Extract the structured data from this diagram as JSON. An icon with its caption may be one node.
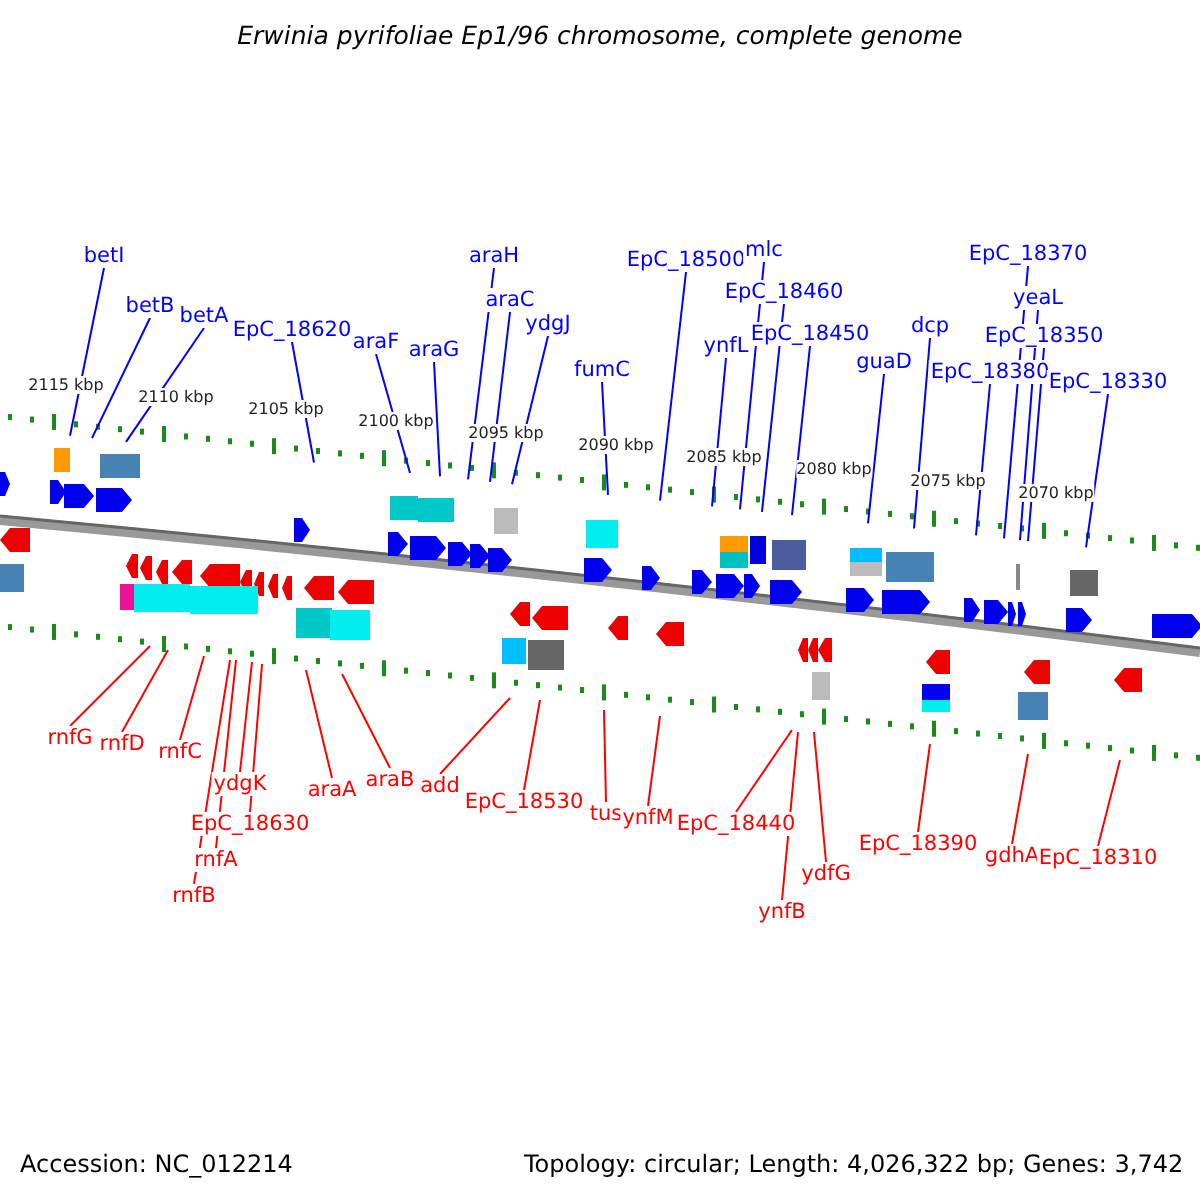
{
  "diagram": {
    "title": "Erwinia pyrifoliae Ep1/96 chromosome, complete genome",
    "nodes": [
      {
        "text": [
          "betI"
        ]
      },
      {
        "text": [
          "betB"
        ]
      },
      {
        "text": [
          "betA"
        ]
      },
      {
        "text": [
          "EpC_18620"
        ]
      },
      {
        "text": [
          "araF"
        ]
      },
      {
        "text": [
          "araG"
        ]
      },
      {
        "text": [
          "araH"
        ]
      },
      {
        "text": [
          "araC"
        ]
      },
      {
        "text": [
          "ydgJ"
        ]
      },
      {
        "text": [
          "fumC"
        ]
      },
      {
        "text": [
          "EpC_18500"
        ]
      },
      {
        "text": [
          "ynfL"
        ]
      },
      {
        "text": [
          "mlc"
        ]
      },
      {
        "text": [
          "EpC_18460"
        ]
      },
      {
        "text": [
          "EpC_18450"
        ]
      },
      {
        "text": [
          "guaD"
        ]
      },
      {
        "text": [
          "dcp"
        ]
      },
      {
        "text": [
          "EpC_18380"
        ]
      },
      {
        "text": [
          "EpC_18370"
        ]
      },
      {
        "text": [
          "yeaL"
        ]
      },
      {
        "text": [
          "EpC_18350"
        ]
      },
      {
        "text": [
          "EpC_18330"
        ]
      },
      {
        "text": [
          "rnfG"
        ]
      },
      {
        "text": [
          "rnfD"
        ]
      },
      {
        "text": [
          "rnfC"
        ]
      },
      {
        "text": [
          "rnfB"
        ]
      },
      {
        "text": [
          "rnfA"
        ]
      },
      {
        "text": [
          "ydgK"
        ]
      },
      {
        "text": [
          "EpC_18630"
        ]
      },
      {
        "text": [
          "araA"
        ]
      },
      {
        "text": [
          "araB"
        ]
      },
      {
        "text": [
          "add"
        ]
      },
      {
        "text": [
          "EpC_18530"
        ]
      },
      {
        "text": [
          "tus"
        ]
      },
      {
        "text": [
          "ynfM"
        ]
      },
      {
        "text": [
          "EpC_18440"
        ]
      },
      {
        "text": [
          "ynfB"
        ]
      },
      {
        "text": [
          "ydfG"
        ]
      },
      {
        "text": [
          "EpC_18390"
        ]
      },
      {
        "text": [
          "gdhA"
        ]
      },
      {
        "text": [
          "EpC_18310"
        ]
      }
    ],
    "edges": [
      {
        "from": 0,
        "to": null,
        "arrow": "none"
      },
      {
        "from": 1,
        "to": null,
        "arrow": "none"
      },
      {
        "from": 2,
        "to": null,
        "arrow": "none"
      },
      {
        "from": 3,
        "to": null,
        "arrow": "none"
      },
      {
        "from": 4,
        "to": null,
        "arrow": "none"
      },
      {
        "from": 5,
        "to": null,
        "arrow": "none"
      },
      {
        "from": 6,
        "to": null,
        "arrow": "none"
      },
      {
        "from": 7,
        "to": null,
        "arrow": "none"
      },
      {
        "from": 8,
        "to": null,
        "arrow": "none"
      },
      {
        "from": 9,
        "to": null,
        "arrow": "none"
      },
      {
        "from": 10,
        "to": null,
        "arrow": "none"
      },
      {
        "from": 11,
        "to": null,
        "arrow": "none"
      },
      {
        "from": 12,
        "to": null,
        "arrow": "none"
      },
      {
        "from": 13,
        "to": null,
        "arrow": "none"
      },
      {
        "from": 14,
        "to": null,
        "arrow": "none"
      },
      {
        "from": 15,
        "to": null,
        "arrow": "none"
      },
      {
        "from": 16,
        "to": null,
        "arrow": "none"
      },
      {
        "from": 17,
        "to": null,
        "arrow": "none"
      },
      {
        "from": 18,
        "to": null,
        "arrow": "none"
      },
      {
        "from": 19,
        "to": null,
        "arrow": "none"
      },
      {
        "from": 20,
        "to": null,
        "arrow": "none"
      },
      {
        "from": 21,
        "to": null,
        "arrow": "none"
      },
      {
        "from": 22,
        "to": null,
        "arrow": "none",
        "color": "#ff0000"
      },
      {
        "from": 23,
        "to": null,
        "arrow": "none",
        "color": "#ff0000"
      },
      {
        "from": 24,
        "to": null,
        "arrow": "none",
        "color": "#ff0000"
      },
      {
        "from": 25,
        "to": null,
        "arrow": "none",
        "color": "#ff0000"
      },
      {
        "from": 26,
        "to": null,
        "arrow": "none",
        "color": "#ff0000"
      },
      {
        "from": 27,
        "to": null,
        "arrow": "none",
        "color": "#ff0000"
      },
      {
        "from": 28,
        "to": null,
        "arrow": "none",
        "color": "#ff0000"
      },
      {
        "from": 29,
        "to": null,
        "arrow": "none",
        "color": "#ff0000"
      },
      {
        "from": 30,
        "to": null,
        "arrow": "none",
        "color": "#ff0000"
      },
      {
        "from": 31,
        "to": null,
        "arrow": "none",
        "color": "#ff0000"
      },
      {
        "from": 32,
        "to": null,
        "arrow": "none",
        "color": "#ff0000"
      },
      {
        "from": 33,
        "to": null,
        "arrow": "none",
        "color": "#ff0000"
      },
      {
        "from": 34,
        "to": null,
        "arrow": "none",
        "color": "#ff0000"
      },
      {
        "from": 35,
        "to": null,
        "arrow": "none",
        "color": "#ff0000"
      },
      {
        "from": 36,
        "to": null,
        "arrow": "none",
        "color": "#ff0000"
      },
      {
        "from": 37,
        "to": null,
        "arrow": "none",
        "color": "#ff0000"
      },
      {
        "from": 38,
        "to": null,
        "arrow": "none",
        "color": "#ff0000"
      },
      {
        "from": 39,
        "to": null,
        "arrow": "none",
        "color": "#ff0000"
      },
      {
        "from": 40,
        "to": null,
        "arrow": "none",
        "color": "#ff0000"
      }
    ],
    "labels": [
      "2115 kbp",
      "2110 kbp",
      "2105 kbp",
      "2100 kbp",
      "2095 kbp",
      "2090 kbp",
      "2085 kbp",
      "2080 kbp",
      "2075 kbp",
      "2070 kbp",
      "Accession: NC_012214",
      "Topology: circular; Length: 4,026,322 bp; Genes: 3,742"
    ]
  }
}
